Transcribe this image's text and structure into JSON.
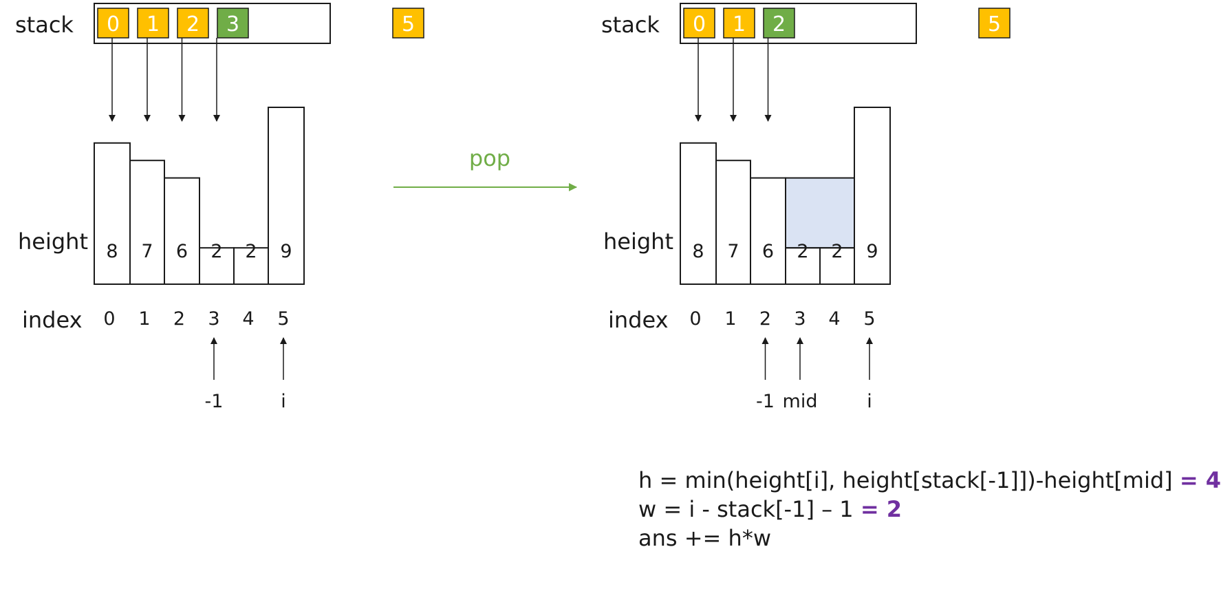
{
  "colors": {
    "stack_cell": "#FFC000",
    "stack_cell_top": "#70AD47",
    "current_cell": "#FFC000",
    "arrow_pop": "#70AD47",
    "water": "#DAE3F3",
    "result": "#7030A0",
    "line": "#1a1a1a"
  },
  "diagram": {
    "heights": [
      "8",
      "7",
      "6",
      "2",
      "2",
      "9"
    ],
    "indices": [
      "0",
      "1",
      "2",
      "3",
      "4",
      "5"
    ],
    "height_values": [
      8,
      7,
      6,
      2,
      2,
      9
    ],
    "before": {
      "stack_label": "stack",
      "height_label": "height",
      "index_label": "index",
      "stack_cells": [
        "0",
        "1",
        "2",
        "3"
      ],
      "top_index": 3,
      "current": "5",
      "pointers": [
        {
          "text": "-1",
          "at_index": 3
        },
        {
          "text": "i",
          "at_index": 5
        }
      ]
    },
    "transition": {
      "label": "pop",
      "arrow_icon": "right-arrow-icon"
    },
    "after": {
      "stack_label": "stack",
      "height_label": "height",
      "index_label": "index",
      "stack_cells": [
        "0",
        "1",
        "2"
      ],
      "top_index": 2,
      "current": "5",
      "water_from_index": 3,
      "water_to_index": 4,
      "water_level": 6,
      "pointers": [
        {
          "text": "-1",
          "at_index": 2
        },
        {
          "text": "mid",
          "at_index": 3
        },
        {
          "text": "i",
          "at_index": 5
        }
      ]
    },
    "formulas": [
      {
        "text": "h = min(height[i], height[stack[-1]])-height[mid] ",
        "result": "= 4"
      },
      {
        "text": "w = i - stack[-1] – 1 ",
        "result": "= 2"
      },
      {
        "text": "ans += h*w",
        "result": ""
      }
    ]
  }
}
